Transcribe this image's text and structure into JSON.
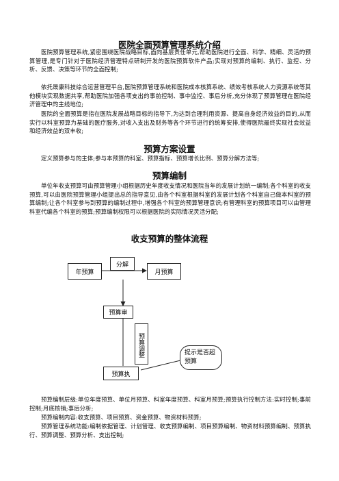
{
  "doc_title": "医院全面预算管理系统介绍",
  "intro": {
    "p1": "医院预算管理系统,紧密围绕医院战略目标,面向基层责任单元,帮助医院进行全面、科学、精细、灵活的预算管理,是专门针对于医院经济管理特点研制开发的医院预算软件产品;实现对预算的编制、执行、监控、分析、反馈、决策等环节的全面控制;",
    "p2": "依托晟康科技综合运营管理平台,医院预算管理系统和医院成本核算系统、绩效考核系统人力资源系统等其他模块实现数据共享,帮助医院加强各项支出的事前控制、事中监控、事后分析,充分体现了预算管理在医院经济管理中的主线地位;",
    "p3": "医院的全面预算是指在医院发展战略目标的指导下,为达到合理利用资源、提高自身经济效益的目的,从而实行以科室预算为基础的医疗服务,对收入支出及财务等各个环节进行的统筹安排,使得医院最终实现社会效益和经济效益的双丰收;"
  },
  "section_setup": {
    "heading": "预算方案设置",
    "text": "定义预算参与的主体;参与本预算的科室、预算指标、预算增长比例、预算分解方法等;"
  },
  "section_compile": {
    "heading": "预算编制",
    "text": "单位年收支预算可由预算管理小组根据历史年度收支情况和医院当年的发展计划统一编制;各个科室的收支预算,可以由医院预算管理小组提出总的指导意见,由各个科室根据科室的发展计划各个科室自己做本科室的预算编制;让各个科室参与到预算的编制过程中,增强各个科室的预算管理意识;有管理科室的预算项目可以由管理科室代编各个科室的预算;预算编制权限可以根据医院的实际情况灵活分配;"
  },
  "section_flow": {
    "heading": "收支预算的整体流程"
  },
  "flowchart": {
    "annual": "年预算",
    "decompose": "分解",
    "monthly": "月预算",
    "review": "预算审",
    "adjust": "预算调整",
    "execute": "预算执",
    "callout": "提示是否超预算"
  },
  "bottom": {
    "p1": "预算编制层级:单位年度预算、单位月预算、科室年度预算、科室月预算;预算执行控制方法:实时控制;事前控制;月底核销;事后分析;",
    "p2": "预算编制内容:收支预算、项目预算、资金预算、物资材料预算;",
    "p3": "预算管理系统功能:编制依据管理、计划管理、收支预算编制、项目预算编制、物资材料预算编制、预算执行、预算调整、预算分析、支出控制;"
  }
}
